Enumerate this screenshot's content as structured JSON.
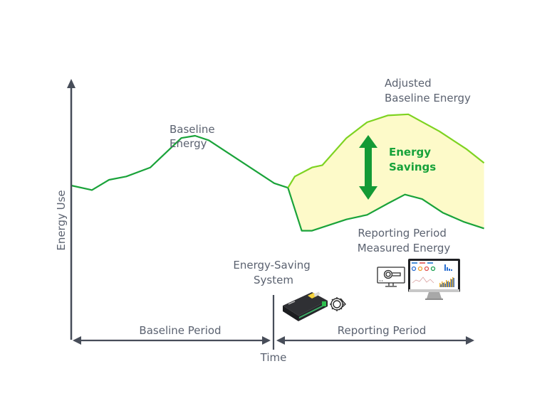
{
  "diagram": {
    "title": "Measurement & Verification: Energy Savings",
    "axes": {
      "y_label": "Energy Use",
      "x_label": "Time"
    },
    "periods": {
      "baseline": "Baseline Period",
      "reporting": "Reporting Period"
    },
    "labels": {
      "baseline_energy": [
        "Baseline",
        "Energy"
      ],
      "adjusted_baseline_energy": [
        "Adjusted",
        "Baseline Energy"
      ],
      "energy_savings": [
        "Energy",
        "Savings"
      ],
      "reporting_measured_energy": [
        "Reporting Period",
        "Measured Energy"
      ],
      "energy_saving_system": [
        "Energy-Saving",
        "System"
      ]
    },
    "icons": {
      "device": "energy-logger-device-icon",
      "gear": "gear-icon",
      "settings_monitor": "monitor-settings-icon",
      "dashboard_monitor": "dashboard-monitor-icon"
    },
    "colors": {
      "axis": "#474d59",
      "text": "#5b6270",
      "baseline_line": "#1aa33a",
      "adjusted_line": "#7ed321",
      "savings_fill": "#fdfac9",
      "savings_text": "#17a23a",
      "savings_arrow": "#139a35"
    },
    "series": {
      "baseline": [
        [
          0,
          0.5
        ],
        [
          0.06,
          0.48
        ],
        [
          0.11,
          0.525
        ],
        [
          0.16,
          0.54
        ],
        [
          0.23,
          0.58
        ],
        [
          0.32,
          0.71
        ],
        [
          0.36,
          0.72
        ],
        [
          0.4,
          0.7
        ],
        [
          0.52,
          0.58
        ],
        [
          0.59,
          0.51
        ],
        [
          0.63,
          0.49
        ]
      ],
      "adjusted_baseline": [
        [
          0.63,
          0.49
        ],
        [
          0.65,
          0.54
        ],
        [
          0.7,
          0.58
        ],
        [
          0.73,
          0.59
        ],
        [
          0.8,
          0.71
        ],
        [
          0.86,
          0.78
        ],
        [
          0.92,
          0.81
        ],
        [
          0.98,
          0.815
        ],
        [
          1.01,
          0.79
        ],
        [
          1.07,
          0.74
        ],
        [
          1.15,
          0.66
        ],
        [
          1.2,
          0.6
        ]
      ],
      "reporting_measured": [
        [
          0.63,
          0.49
        ],
        [
          0.67,
          0.3
        ],
        [
          0.7,
          0.3
        ],
        [
          0.8,
          0.35
        ],
        [
          0.86,
          0.37
        ],
        [
          0.92,
          0.42
        ],
        [
          0.97,
          0.46
        ],
        [
          1.02,
          0.44
        ],
        [
          1.08,
          0.38
        ],
        [
          1.14,
          0.34
        ],
        [
          1.2,
          0.31
        ]
      ]
    }
  }
}
